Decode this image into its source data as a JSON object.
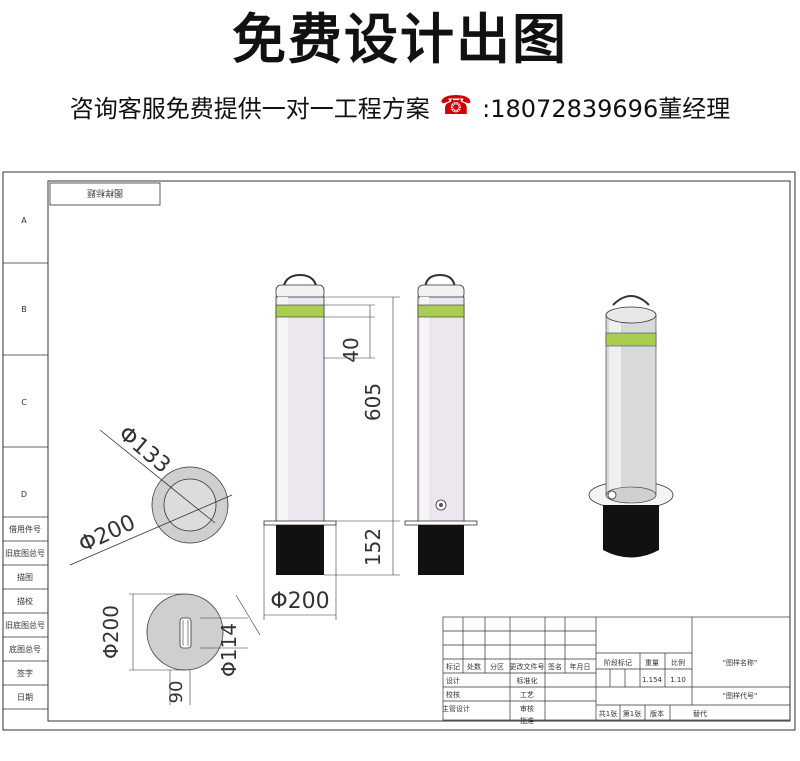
{
  "header": {
    "title": "免费设计出图",
    "consult_text": "咨询客服免费提供一对一工程方案",
    "phone_icon": "telephone-icon",
    "phone_text": ":18072839696董经理"
  },
  "drawing": {
    "title_block_label": "图样标题",
    "grid_letters": [
      "A",
      "B",
      "C",
      "D"
    ],
    "side_labels": [
      "借用件号",
      "旧底图总号",
      "描图",
      "描校",
      "旧底图总号",
      "底图总号",
      "签字",
      "日期"
    ],
    "dimensions": {
      "d133": "Φ133",
      "d200_top": "Φ200",
      "h40": "40",
      "h605": "605",
      "h152": "152",
      "d200_base": "Φ200",
      "d200_bottom": "Φ200",
      "d114": "Φ114",
      "w90": "90"
    },
    "table": {
      "row1": [
        "标记",
        "处数",
        "分区",
        "更改文件号",
        "签名",
        "年月日"
      ],
      "stage_label": "阶段标记",
      "weight_label": "重量",
      "scale_label": "比例",
      "row_design": [
        "设计",
        "标准化"
      ],
      "row_check": [
        "校核",
        "工艺"
      ],
      "row_lead": [
        "主管设计",
        "审核"
      ],
      "row_approve": "批准",
      "scale_value": "1.154",
      "ratio_value": "1.10",
      "drawing_name": "\"图样名称\"",
      "drawing_code": "\"图样代号\"",
      "sheets_total": "共1张",
      "sheet_no": "第1张",
      "version_label": "版本",
      "replace_label": "替代"
    }
  },
  "colors": {
    "post_body": "#ece6ee",
    "reflective_band": "#a9cc52",
    "base_sleeve": "#111111",
    "line": "#333333"
  }
}
